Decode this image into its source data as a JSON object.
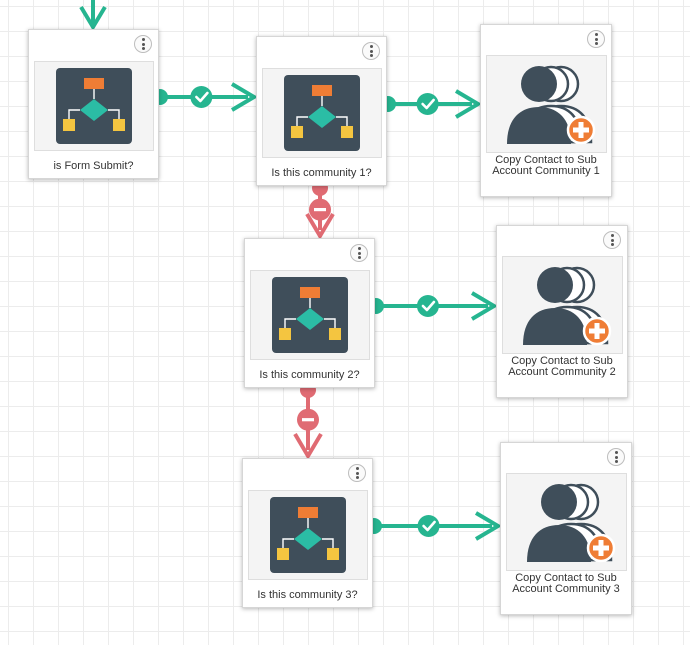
{
  "colors": {
    "success": "#26b590",
    "failure": "#e06b73",
    "icon_bg": "#3f4e5a",
    "icon_orange": "#ef7d35",
    "icon_teal": "#2bbda5",
    "icon_yellow": "#f4c540"
  },
  "nodes": [
    {
      "id": "decision-form-submit",
      "type": "decision",
      "label": "is Form Submit?"
    },
    {
      "id": "decision-community-1",
      "type": "decision",
      "label": "Is this community 1?"
    },
    {
      "id": "action-copy-1",
      "type": "action",
      "label": "Copy Contact to Sub Account Community 1"
    },
    {
      "id": "decision-community-2",
      "type": "decision",
      "label": "Is this community 2?"
    },
    {
      "id": "action-copy-2",
      "type": "action",
      "label": "Copy Contact to Sub Account Community 2"
    },
    {
      "id": "decision-community-3",
      "type": "decision",
      "label": "Is this community 3?"
    },
    {
      "id": "action-copy-3",
      "type": "action",
      "label": "Copy Contact to Sub Account Community 3"
    }
  ],
  "connectors": [
    {
      "kind": "incoming",
      "to": "decision-form-submit"
    },
    {
      "kind": "yes",
      "from": "decision-form-submit",
      "to": "decision-community-1"
    },
    {
      "kind": "yes",
      "from": "decision-community-1",
      "to": "action-copy-1"
    },
    {
      "kind": "no",
      "from": "decision-community-1",
      "to": "decision-community-2"
    },
    {
      "kind": "yes",
      "from": "decision-community-2",
      "to": "action-copy-2"
    },
    {
      "kind": "no",
      "from": "decision-community-2",
      "to": "decision-community-3"
    },
    {
      "kind": "yes",
      "from": "decision-community-3",
      "to": "action-copy-3"
    }
  ]
}
